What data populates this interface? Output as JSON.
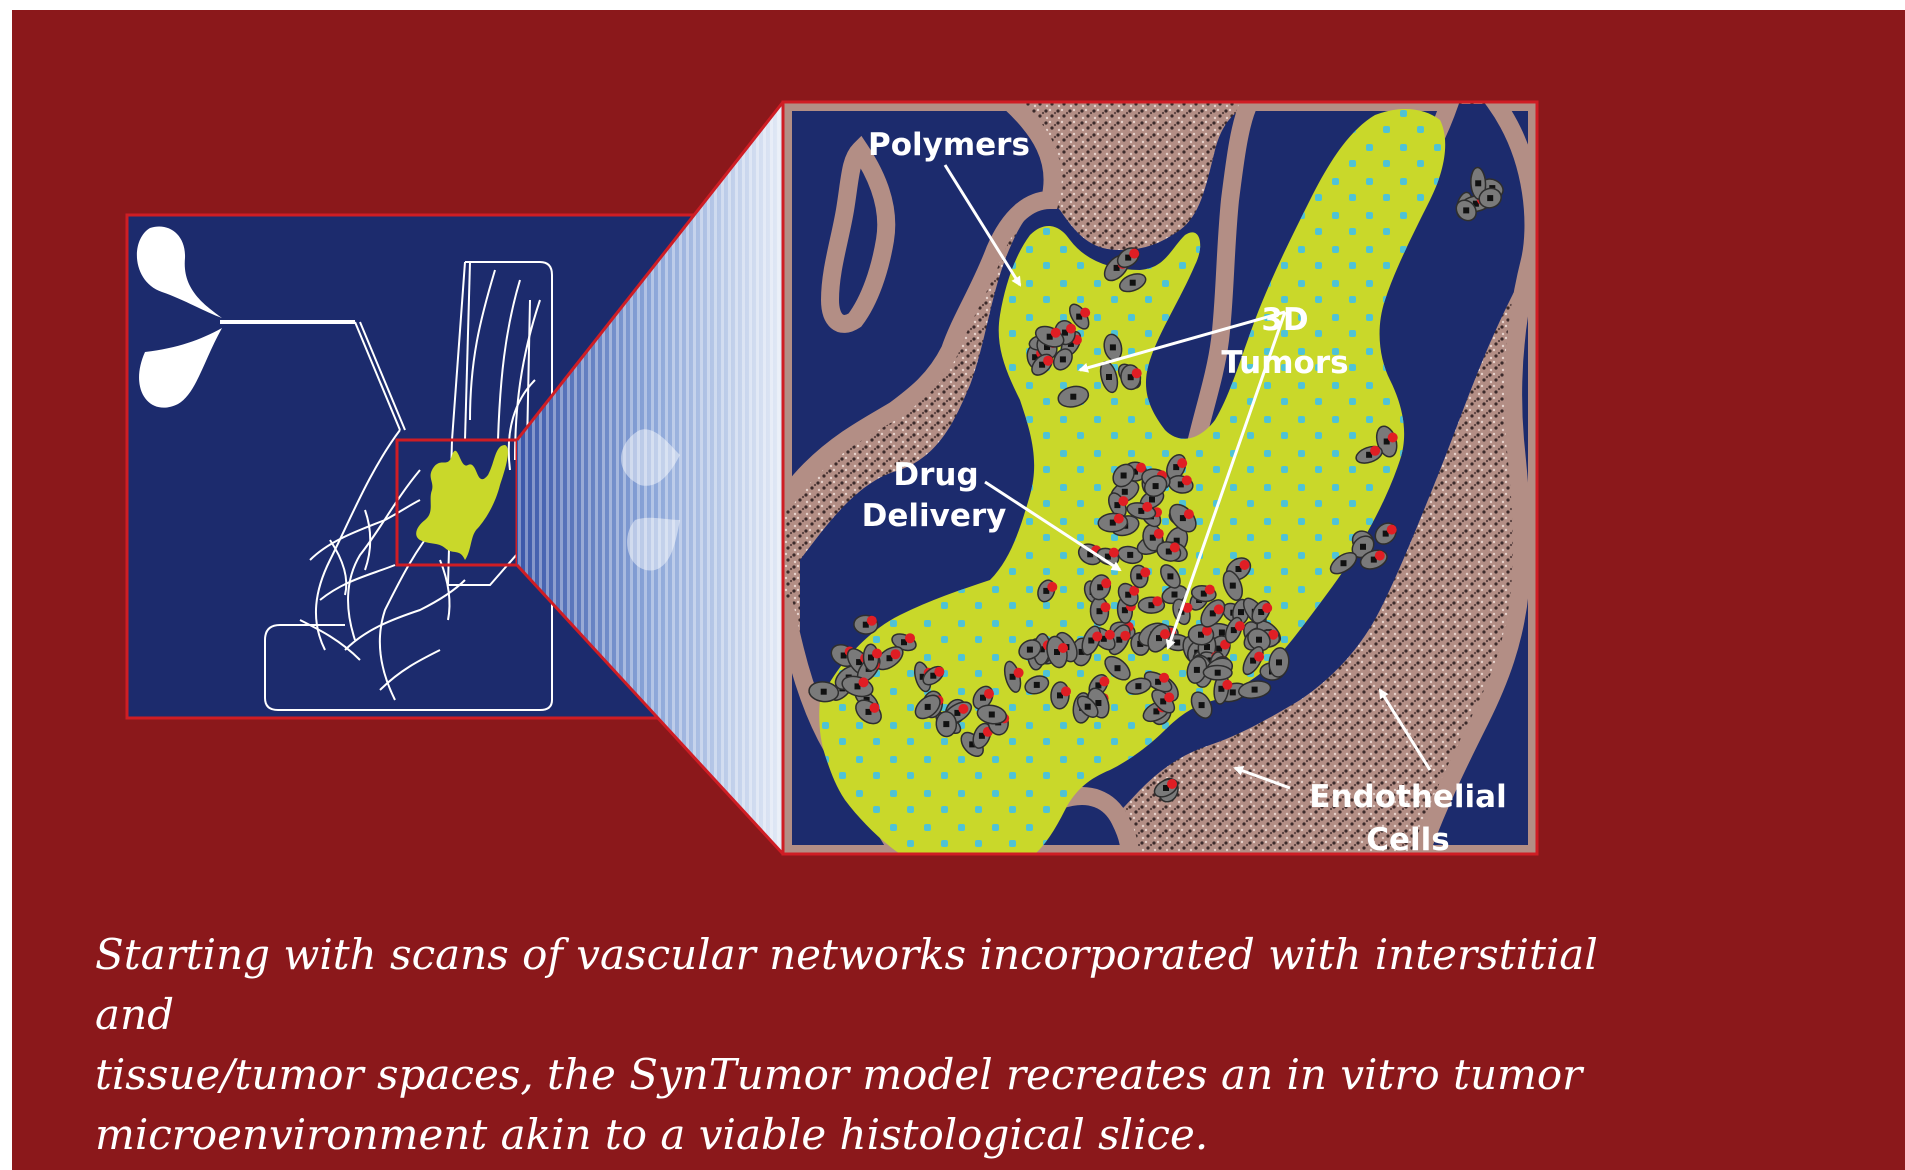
{
  "labels": {
    "polymers": "Polymers",
    "tumors_line1": "3D",
    "tumors_line2": "Tumors",
    "drug_line1": "Drug",
    "drug_line2": "Delivery",
    "endothelial_line1": "Endothelial",
    "endothelial_line2": "Cells"
  },
  "caption_lines": [
    "Starting with scans of vascular networks incorporated with interstitial and",
    "tissue/tumor spaces, the SynTumor model recreates an in vitro tumor",
    "microenvironment akin to a viable histological slice."
  ],
  "colors": {
    "background": "#8b181b",
    "panel_blue": "#1c2b6d",
    "tissue_yellow": "#c9d82a",
    "endothelial_cyan": "#4fc3d6",
    "wall_tan": "#b8968a",
    "tumor_cell_gray": "#7a7a7a",
    "drug_red": "#e01e24",
    "border_red": "#cf1d24"
  },
  "icons": {
    "chip_inlet": "trifurcation-inlet-icon",
    "zoom_cone": "zoom-projection-shape"
  }
}
